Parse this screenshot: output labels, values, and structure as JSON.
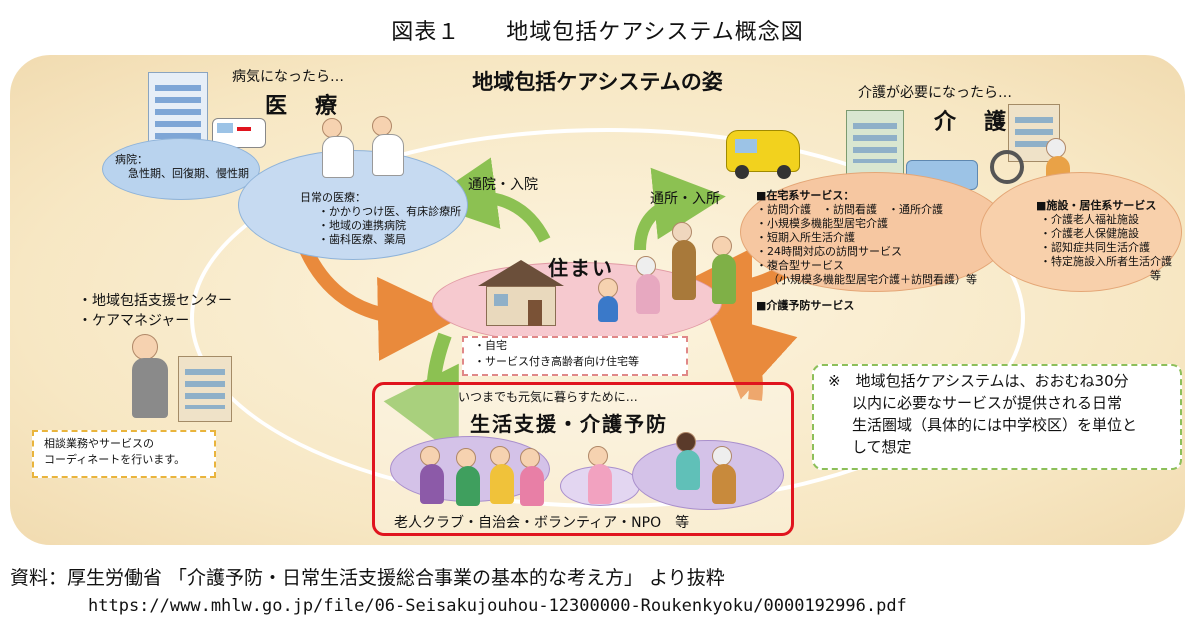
{
  "figure_title": "図表１　　地域包括ケアシステム概念図",
  "panel_title": "地域包括ケアシステムの姿",
  "medical": {
    "trigger": "病気になったら…",
    "heading": "医　療",
    "hospital_lines": [
      "病院：",
      "急性期、回復期、慢性期"
    ],
    "daily_lines": [
      "日常の医療：",
      "・かかりつけ医、有床診療所",
      "・地域の連携病院",
      "・歯科医療、薬局"
    ]
  },
  "care": {
    "trigger": "介護が必要になったら…",
    "heading": "介　護",
    "home_services": [
      "■在宅系サービス：",
      "・訪問介護　・訪問看護　・通所介護",
      "・小規模多機能型居宅介護",
      "・短期入所生活介護",
      "・24時間対応の訪問サービス",
      "・複合型サービス",
      "（小規模多機能型居宅介護＋訪問看護）等",
      "■介護予防サービス"
    ],
    "facility_services": [
      "■施設・居住系サービス",
      "・介護老人福祉施設",
      "・介護老人保健施設",
      "・認知症共同生活介護",
      "・特定施設入所者生活介護",
      "等"
    ]
  },
  "housing": {
    "heading": "住まい",
    "items": [
      "・自宅",
      "・サービス付き高齢者向け住宅等"
    ]
  },
  "arrows": {
    "hospital_visit": "通院・入院",
    "care_visit": "通所・入所"
  },
  "center": {
    "lines": [
      "・地域包括支援センター",
      "・ケアマネジャー"
    ],
    "callout": [
      "相談業務やサービスの",
      "コーディネートを行います。"
    ]
  },
  "prevention": {
    "subtitle": "いつまでも元気に暮らすために…",
    "heading": "生活支援・介護予防",
    "footer": "老人クラブ・自治会・ボランティア・NPO　等"
  },
  "note": {
    "lines": [
      "※　地域包括ケアシステムは、おおむね30分",
      "以内に必要なサービスが提供される日常",
      "生活圏域（具体的には中学校区）を単位と",
      "して想定"
    ]
  },
  "source": {
    "text": "資料：厚生労働省 「介護予防・日常生活支援総合事業の基本的な考え方」 より抜粋",
    "url": "https://www.mhlw.go.jp/file/06-Seisakujouhou-12300000-Roukenkyoku/0000192996.pdf"
  },
  "colors": {
    "medical_oval": "#b9d3ee",
    "care_oval": "#f6c7a1",
    "housing_oval": "#f6c9cf",
    "prevention_oval": "#d4c2e8",
    "prevention_border": "#e0141e",
    "arrow_green": "#8cc152",
    "arrow_orange": "#e98a3c",
    "note_border": "#8cbf5a"
  }
}
